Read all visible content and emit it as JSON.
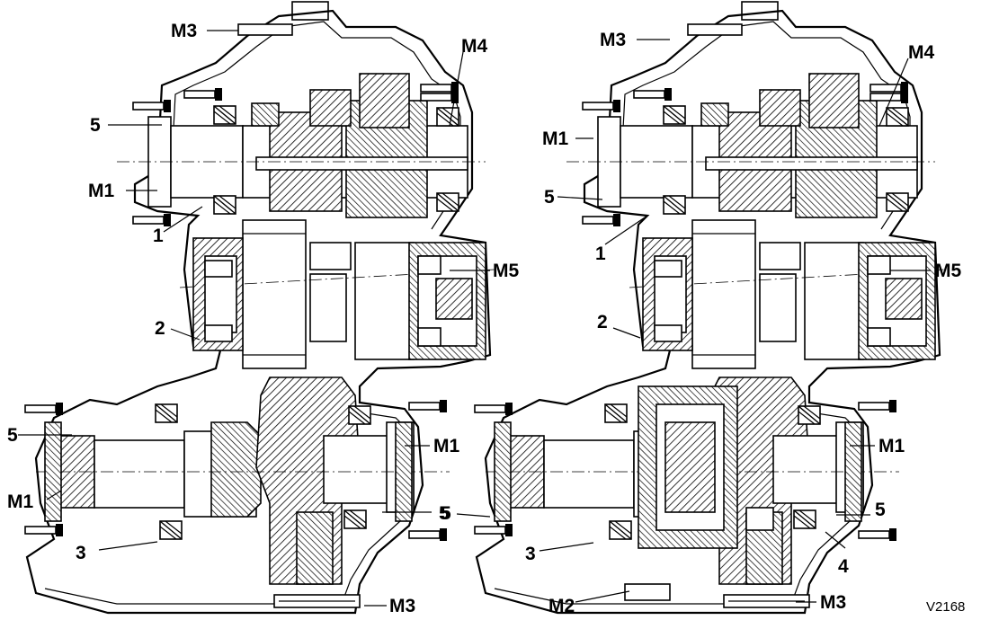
{
  "callouts": {
    "left": {
      "m3_top": "M3",
      "m4": "M4",
      "five_a": "5",
      "m1_a": "M1",
      "one": "1",
      "m5": "M5",
      "two": "2",
      "five_b": "5",
      "m1_b": "M1",
      "m1_c": "M1",
      "five_c": "5",
      "three": "3",
      "m3_bottom": "M3"
    },
    "right": {
      "m3_top": "M3",
      "m4": "M4",
      "m1_a": "M1",
      "five_a": "5",
      "one": "1",
      "m5": "M5",
      "two": "2",
      "m1_b": "M1",
      "five_b": "5",
      "five_c": "5",
      "three": "3",
      "four": "4",
      "m2": "M2",
      "m3_bottom": "M3"
    }
  },
  "figure_code": "V2168"
}
